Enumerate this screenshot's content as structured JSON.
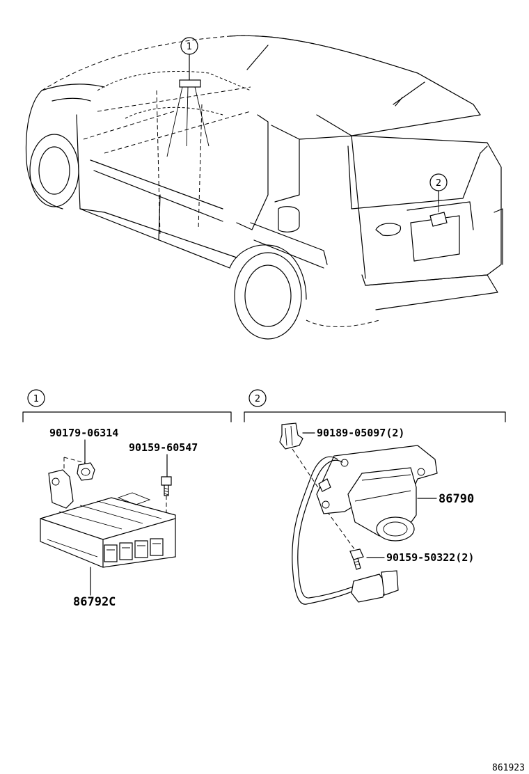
{
  "callouts": {
    "c1": "1",
    "c2": "2"
  },
  "sections": {
    "s1": {
      "marker": "1",
      "parts": {
        "p1": "90179-06314",
        "p2": "90159-60547",
        "p3": "86792C"
      }
    },
    "s2": {
      "marker": "2",
      "parts": {
        "p1": "90189-05097(2)",
        "p2": "86790",
        "p3": "90159-50322(2)"
      }
    }
  },
  "reference_code": "861923"
}
